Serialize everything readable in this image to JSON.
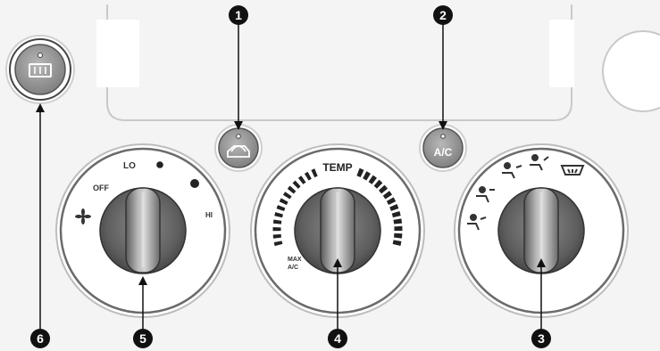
{
  "callouts": [
    "1",
    "2",
    "3",
    "4",
    "5",
    "6"
  ],
  "fan_knob": {
    "off": "OFF",
    "lo": "LO",
    "hi": "HI"
  },
  "temp_knob": {
    "temp": "TEMP",
    "max_ac_line1": "MAX",
    "max_ac_line2": "A/C"
  },
  "ac_button": {
    "label": "A/C"
  },
  "colors": {
    "panel": "#f4f4f4",
    "button_fill": "#9a9a9a",
    "knob_dark": "#4a4a4a",
    "callout_bg": "#111111"
  }
}
